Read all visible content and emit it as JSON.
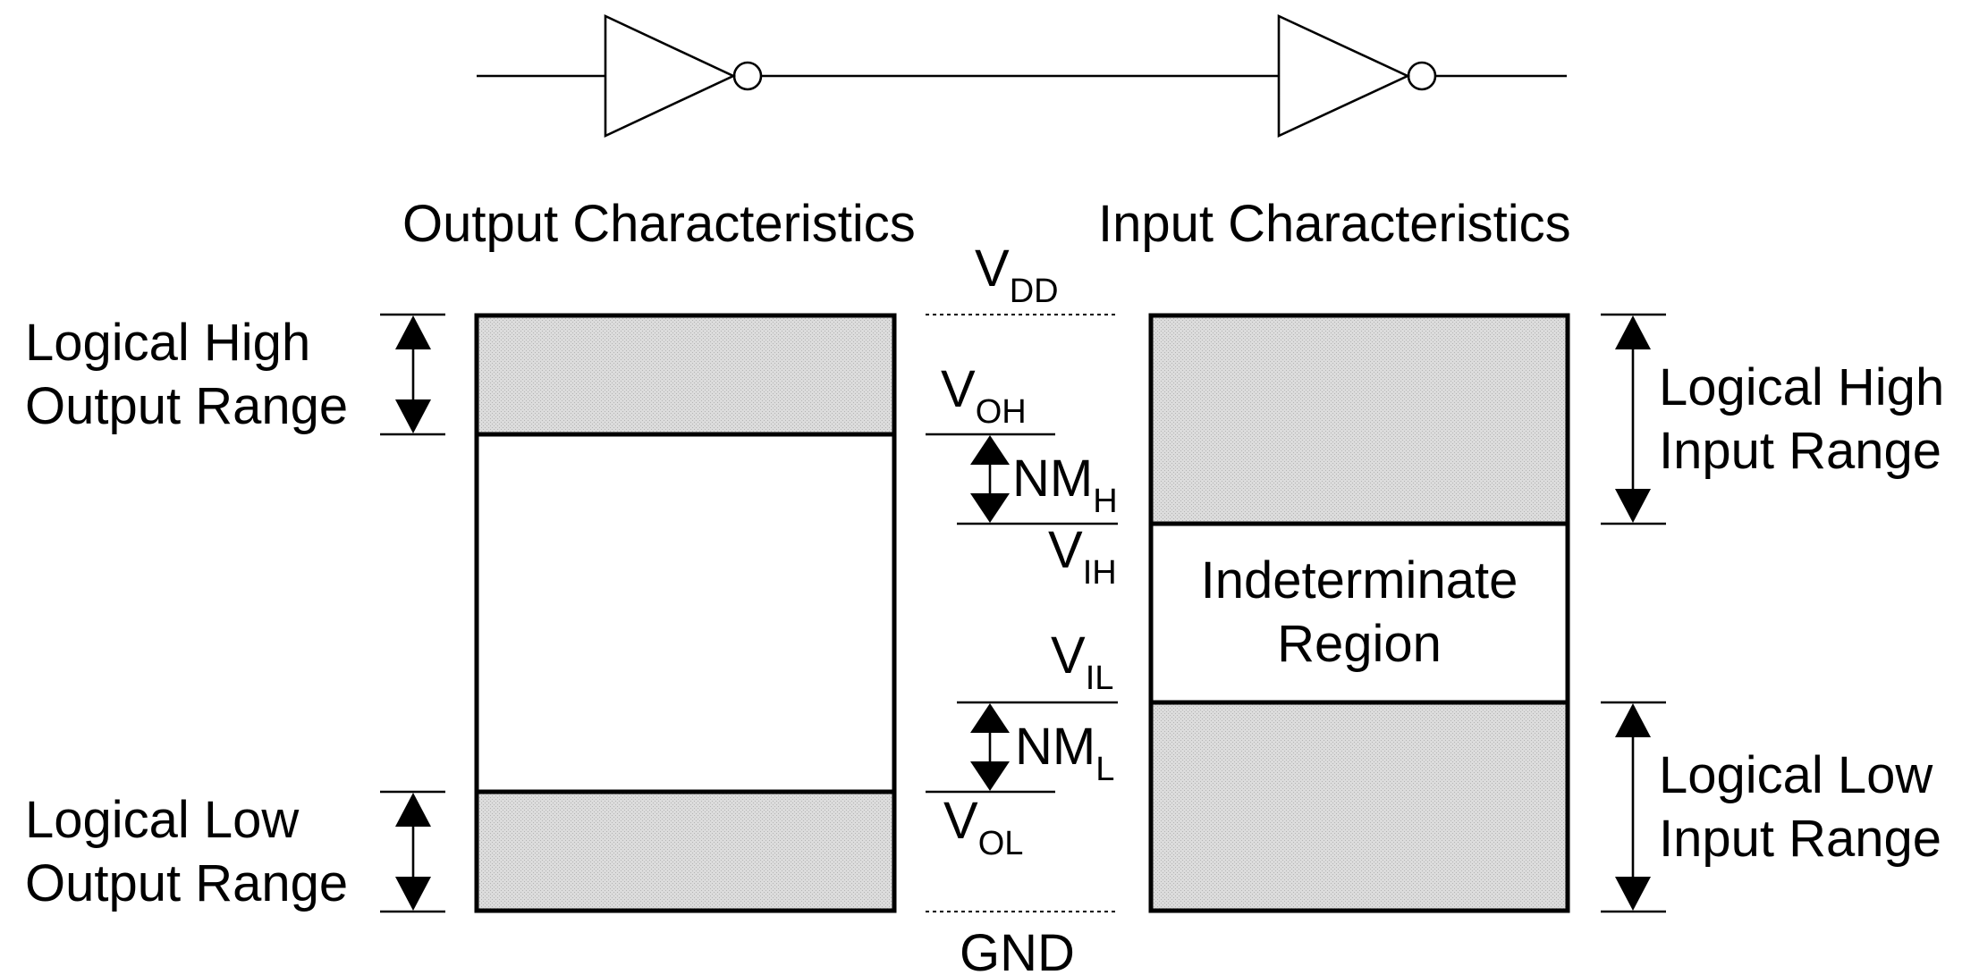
{
  "colors": {
    "shade": "#d2d2d2",
    "line": "#000000",
    "background": "#ffffff"
  },
  "headings": {
    "output": "Output Characteristics",
    "input": "Input Characteristics"
  },
  "rails": {
    "vdd_main": "V",
    "vdd_sub": "DD",
    "gnd": "GND"
  },
  "levels": {
    "voh_main": "V",
    "voh_sub": "OH",
    "vih_main": "V",
    "vih_sub": "IH",
    "vil_main": "V",
    "vil_sub": "IL",
    "vol_main": "V",
    "vol_sub": "OL"
  },
  "margins": {
    "nmh_main": "NM",
    "nmh_sub": "H",
    "nml_main": "NM",
    "nml_sub": "L"
  },
  "output_ranges": {
    "high_line1": "Logical High",
    "high_line2": "Output Range",
    "low_line1": "Logical Low",
    "low_line2": "Output Range"
  },
  "input_ranges": {
    "high_line1": "Logical High",
    "high_line2": "Input Range",
    "low_line1": "Logical Low",
    "low_line2": "Input Range",
    "mid_line1": "Indeterminate",
    "mid_line2": "Region"
  }
}
